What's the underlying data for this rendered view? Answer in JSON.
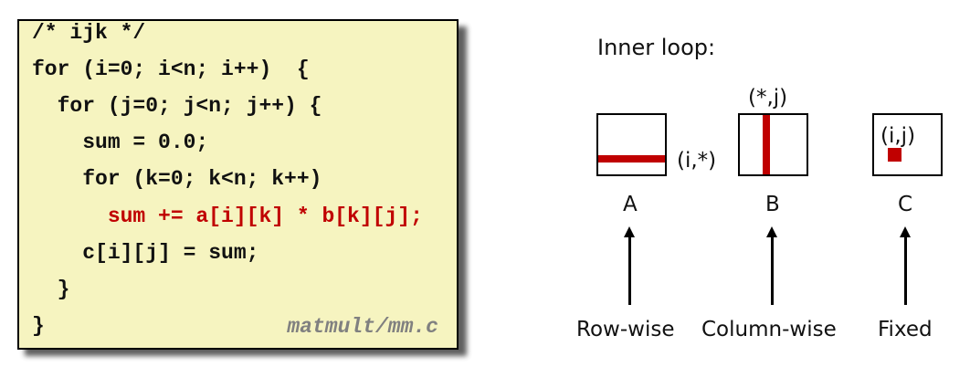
{
  "code": {
    "lines": [
      "/* ijk */",
      "for (i=0; i<n; i++)  {",
      "  for (j=0; j<n; j++) {",
      "    sum = 0.0;",
      "    for (k=0; k<n; k++)",
      "      sum += a[i][k] * b[k][j];",
      "    c[i][j] = sum;",
      "  }",
      "}"
    ],
    "highlight_line_index": 5,
    "filename": "matmult/mm.c"
  },
  "diagram": {
    "title": "Inner loop:",
    "matrices": [
      {
        "name": "A",
        "index_label": "(i,*)",
        "access": "Row-wise"
      },
      {
        "name": "B",
        "index_label": "(*,j)",
        "access": "Column-wise"
      },
      {
        "name": "C",
        "index_label": "(i,j)",
        "access": "Fixed"
      }
    ],
    "highlight_color": "#c00000"
  }
}
